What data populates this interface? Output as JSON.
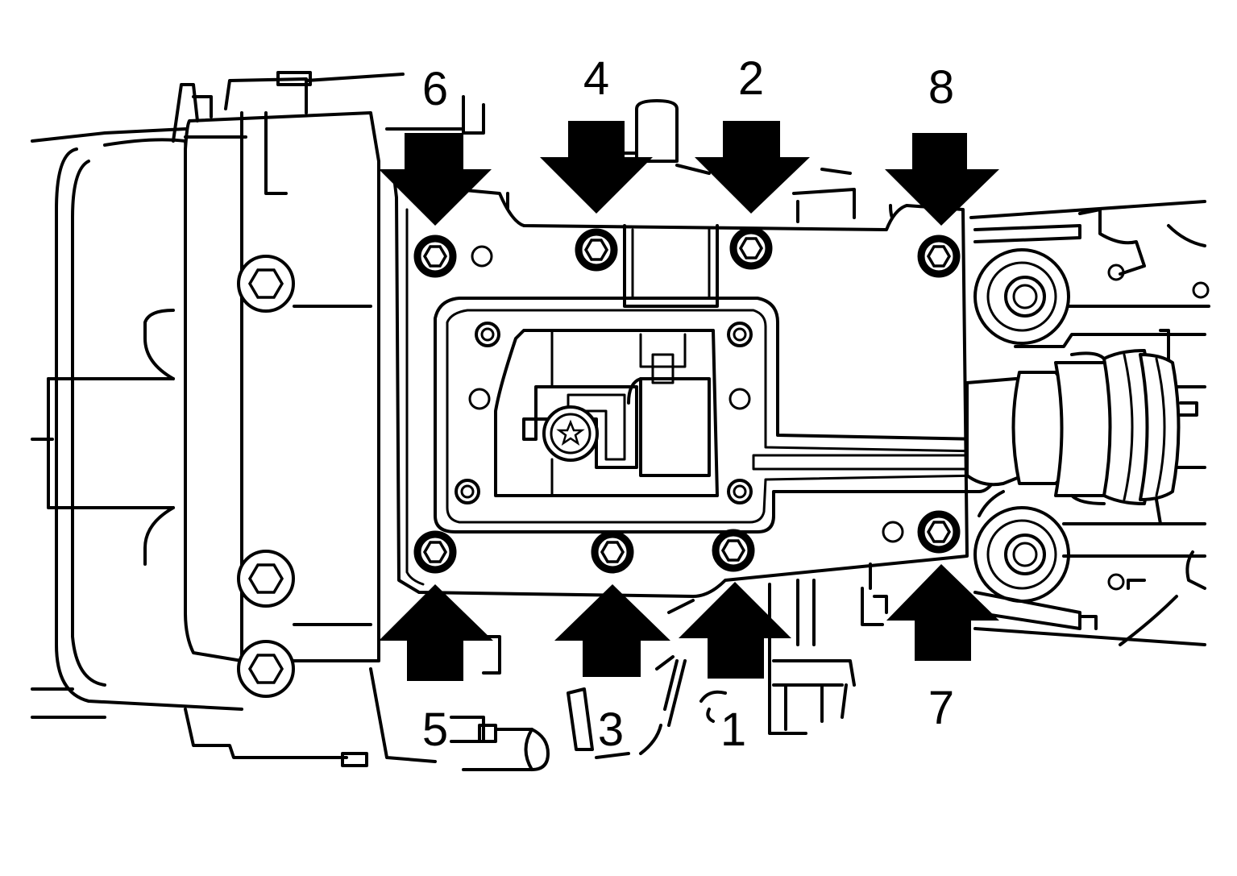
{
  "callouts": [
    {
      "id": "1",
      "label": "1",
      "direction": "up"
    },
    {
      "id": "2",
      "label": "2",
      "direction": "down"
    },
    {
      "id": "3",
      "label": "3",
      "direction": "up"
    },
    {
      "id": "4",
      "label": "4",
      "direction": "down"
    },
    {
      "id": "5",
      "label": "5",
      "direction": "up"
    },
    {
      "id": "6",
      "label": "6",
      "direction": "down"
    },
    {
      "id": "7",
      "label": "7",
      "direction": "up"
    },
    {
      "id": "8",
      "label": "8",
      "direction": "down"
    }
  ],
  "colors": {
    "line": "#000000",
    "background": "#ffffff"
  }
}
